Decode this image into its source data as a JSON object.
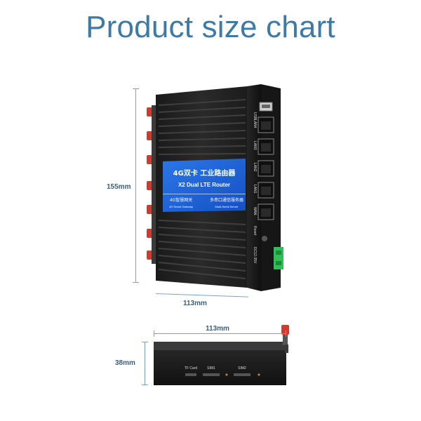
{
  "title": "Product size chart",
  "dimensions": {
    "height_label": "155mm",
    "width_label_front": "113mm",
    "width_label_top": "113mm",
    "depth_label": "38mm"
  },
  "front_label": {
    "main_title": "4G双卡 工业路由器",
    "subtitle": "X2 Dual LTE Router",
    "left_cn": "4G智慧网关",
    "left_en": "4G Smart Gateway",
    "right_cn": "多串口通信服务器",
    "right_en": "Multi-Serial Server"
  },
  "side_ports": {
    "usb": "USB",
    "lan4": "LAN4",
    "lan3": "LAN3",
    "lan2": "LAN2",
    "lan1": "LAN1",
    "wan": "WAN",
    "reset": "Reset",
    "power": "DC12-35V"
  },
  "bottom_ports": {
    "tf": "TF Card",
    "sim1": "SIM1",
    "sim2": "SIM2"
  },
  "colors": {
    "title": "#3d7aa6",
    "dimension_line": "#7aa3c9",
    "label_blue": "#1d5fd6",
    "antenna": "#d23b2b",
    "terminal": "#2fbf55"
  }
}
